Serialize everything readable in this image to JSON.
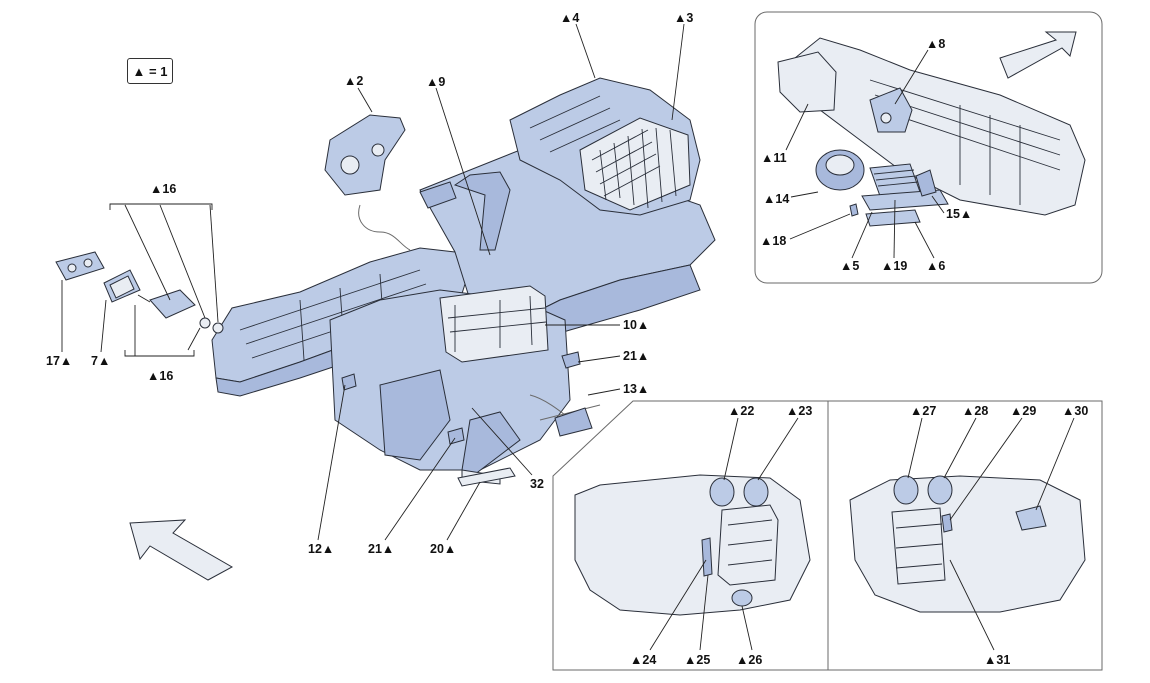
{
  "legend": {
    "symbol": "▲",
    "text": "▲ = 1"
  },
  "arrow_icon": "direction-arrow-icon",
  "colors": {
    "part_fill": "#bccbe6",
    "line": "#2a2f3a",
    "background": "#ffffff"
  },
  "labels": {
    "l2": "▲2",
    "l4": "▲4",
    "l3": "▲3",
    "l9": "▲9",
    "l16a": "▲16",
    "l16b": "▲16",
    "l17": "17▲",
    "l7": "7▲",
    "l10": "10▲",
    "l21a": "21▲",
    "l13": "13▲",
    "l32": "32",
    "l12": "12▲",
    "l21b": "21▲",
    "l20": "20▲",
    "l8": "▲8",
    "l11": "▲11",
    "l14": "▲14",
    "l15": "15▲",
    "l18": "▲18",
    "l5": "▲5",
    "l19": "▲19",
    "l6": "▲6",
    "l22": "▲22",
    "l23": "▲23",
    "l24": "▲24",
    "l25": "▲25",
    "l26": "▲26",
    "l27": "▲27",
    "l28": "▲28",
    "l29": "▲29",
    "l30": "▲30",
    "l31": "▲31"
  }
}
